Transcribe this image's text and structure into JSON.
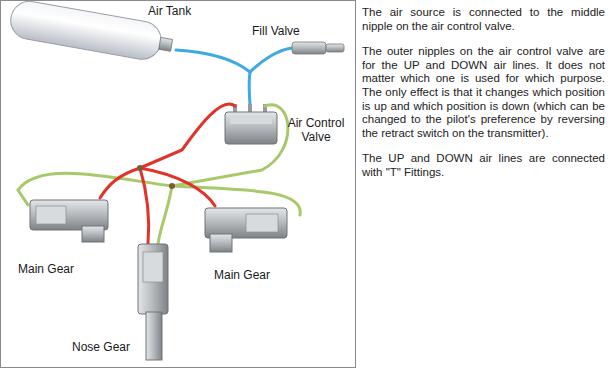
{
  "diagram": {
    "labels": [
      "Air Tank",
      "Fill Valve",
      "Air Control Valve",
      "Main Gear",
      "Main Gear",
      "Nose Gear",
      "The air source is connected to the middle nipple on the air control valve.",
      "The outer nipples on the air control valve are for the UP and DOWN air lines. It does not matter which one is used for which purpose. The only effect is that it changes which position is up and which position is down (which can be changed to the pilot's preference by reversing the retract switch on the transmitter).",
      "The UP and DOWN air lines are connected with \"T\" Fittings."
    ]
  }
}
